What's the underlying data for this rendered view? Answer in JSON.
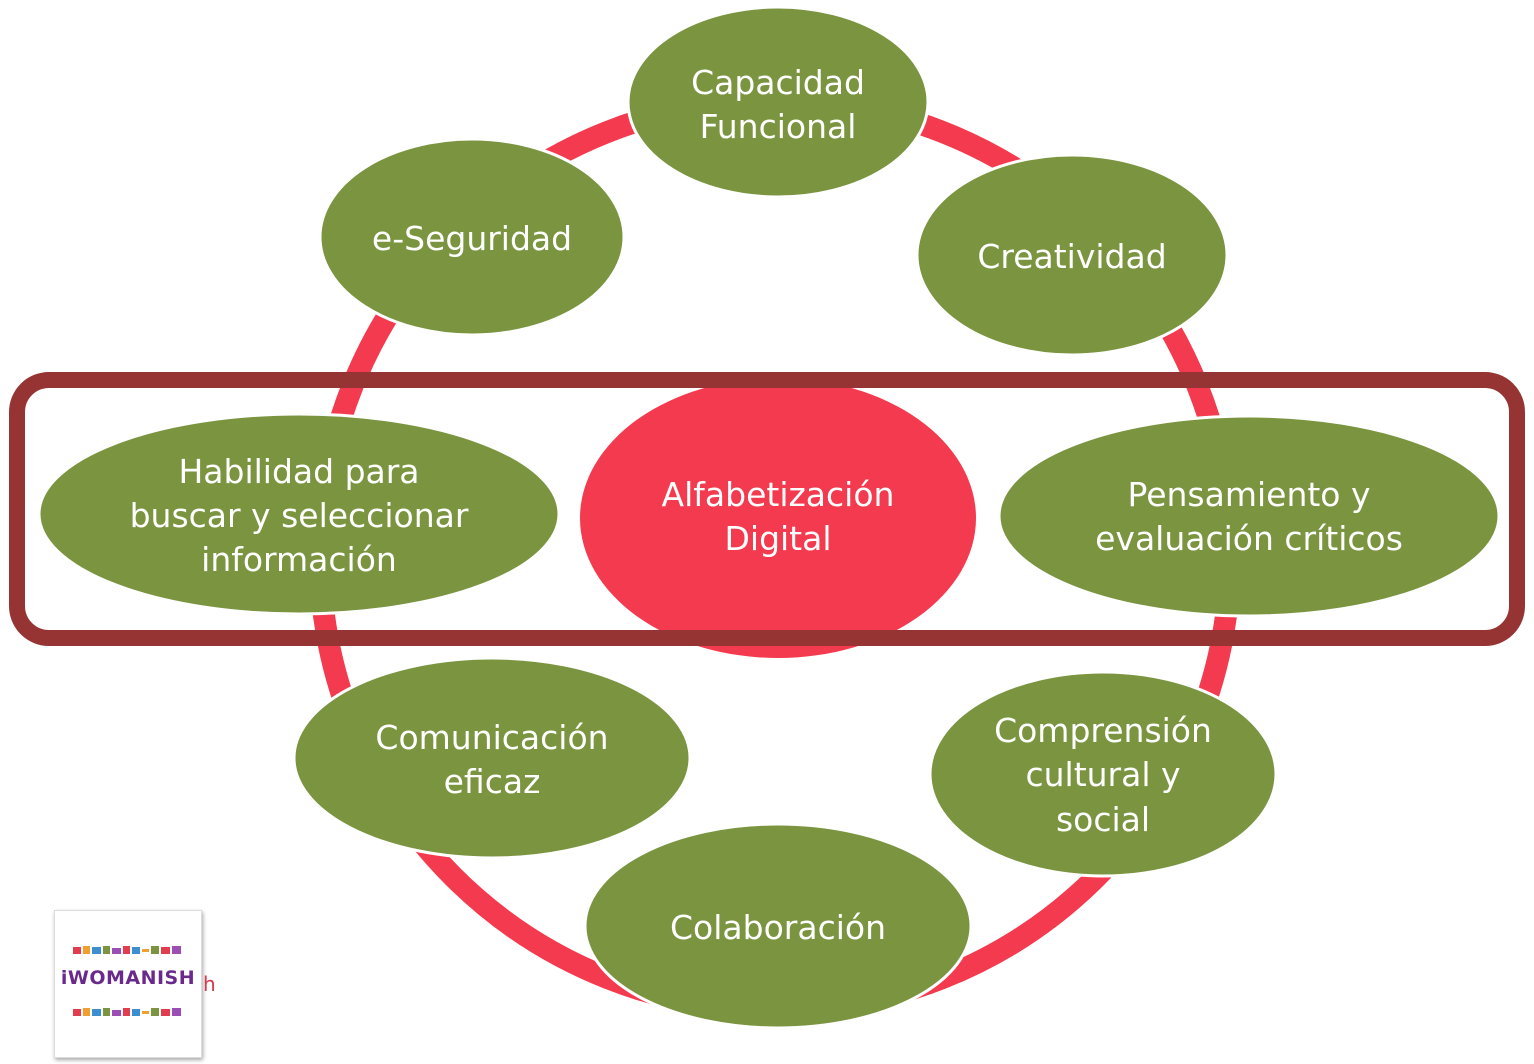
{
  "diagram": {
    "center": {
      "line1": "Alfabetización",
      "line2": "Digital"
    },
    "nodes": {
      "capacidad": {
        "line1": "Capacidad",
        "line2": "Funcional"
      },
      "creatividad": {
        "line1": "Creatividad"
      },
      "pensamiento": {
        "line1": "Pensamiento y",
        "line2": "evaluación críticos"
      },
      "comprension": {
        "line1": "Comprensión",
        "line2": "cultural y",
        "line3": "social"
      },
      "colaboracion": {
        "line1": "Colaboración"
      },
      "comunicacion": {
        "line1": "Comunicación",
        "line2": "eficaz"
      },
      "habilidad": {
        "line1": "Habilidad para",
        "line2": "buscar y seleccionar",
        "line3": "información"
      },
      "seguridad": {
        "line1": "e-Seguridad"
      }
    },
    "colors": {
      "node_fill": "#7a9440",
      "center_fill": "#f43a4e",
      "ring": "#f43a4e",
      "highlight_border": "#963434"
    }
  },
  "logo": {
    "name": "iWOMANISH",
    "suffix": "h"
  }
}
